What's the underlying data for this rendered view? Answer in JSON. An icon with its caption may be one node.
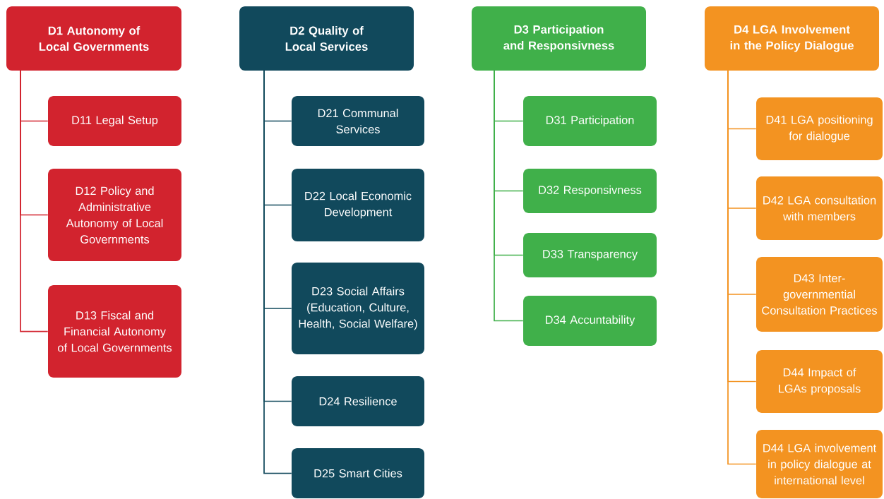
{
  "diagram": {
    "nodes": [
      {
        "text": [
          "D1 Autonomy of Local Governments"
        ]
      },
      {
        "text": [
          "D11 Legal Setup"
        ]
      },
      {
        "text": [
          "D12 Policy and Administrative Autonomy of Local Governments"
        ]
      },
      {
        "text": [
          "D13 Fiscal and Financial Autonomy of Local Governments"
        ]
      },
      {
        "text": [
          "D2 Quality of Local Services"
        ]
      },
      {
        "text": [
          "D21 Communal Services"
        ]
      },
      {
        "text": [
          "D22 Local Economic Development"
        ]
      },
      {
        "text": [
          "D23 Social Affairs (Education, Culture, Health, Social Welfare)"
        ]
      },
      {
        "text": [
          "D24 Resilience"
        ]
      },
      {
        "text": [
          "D25 Smart Cities"
        ]
      },
      {
        "text": [
          "D3 Participation and Responsivness"
        ]
      },
      {
        "text": [
          "D31 Participation"
        ]
      },
      {
        "text": [
          "D32 Responsivness"
        ]
      },
      {
        "text": [
          "D33 Transparency"
        ]
      },
      {
        "text": [
          "D34 Accuntability"
        ]
      },
      {
        "text": [
          "D4 LGA Involvement in the Policy Dialogue"
        ]
      },
      {
        "text": [
          "D41 LGA positioning for dialogue"
        ]
      },
      {
        "text": [
          "D42 LGA consultation with members"
        ]
      },
      {
        "text": [
          "D43 Inter-governmential Consultation Practices"
        ]
      },
      {
        "text": [
          "D44 Impact of LGAs proposals"
        ]
      },
      {
        "text": [
          "D44 LGA involvement in policy dialogue at international level"
        ]
      }
    ],
    "edges": [
      {
        "from": 0,
        "to": 1,
        "arrow": "none",
        "color": "#d2232e"
      },
      {
        "from": 0,
        "to": 2,
        "arrow": "none",
        "color": "#d2232e"
      },
      {
        "from": 0,
        "to": 3,
        "arrow": "none",
        "color": "#d2232e"
      },
      {
        "from": 4,
        "to": 5,
        "arrow": "none",
        "color": "#11495c"
      },
      {
        "from": 4,
        "to": 6,
        "arrow": "none",
        "color": "#11495c"
      },
      {
        "from": 4,
        "to": 7,
        "arrow": "none",
        "color": "#11495c"
      },
      {
        "from": 4,
        "to": 8,
        "arrow": "none",
        "color": "#11495c"
      },
      {
        "from": 4,
        "to": 9,
        "arrow": "none",
        "color": "#11495c"
      },
      {
        "from": 10,
        "to": 11,
        "arrow": "none",
        "color": "#40b04a"
      },
      {
        "from": 10,
        "to": 12,
        "arrow": "none",
        "color": "#40b04a"
      },
      {
        "from": 10,
        "to": 13,
        "arrow": "none",
        "color": "#40b04a"
      },
      {
        "from": 10,
        "to": 14,
        "arrow": "none",
        "color": "#40b04a"
      },
      {
        "from": 15,
        "to": 16,
        "arrow": "none",
        "color": "#f39321"
      },
      {
        "from": 15,
        "to": 17,
        "arrow": "none",
        "color": "#f39321"
      },
      {
        "from": 15,
        "to": 18,
        "arrow": "none",
        "color": "#f39321"
      },
      {
        "from": 15,
        "to": 19,
        "arrow": "none",
        "color": "#f39321"
      },
      {
        "from": 15,
        "to": 20,
        "arrow": "none",
        "color": "#f39321"
      }
    ]
  }
}
